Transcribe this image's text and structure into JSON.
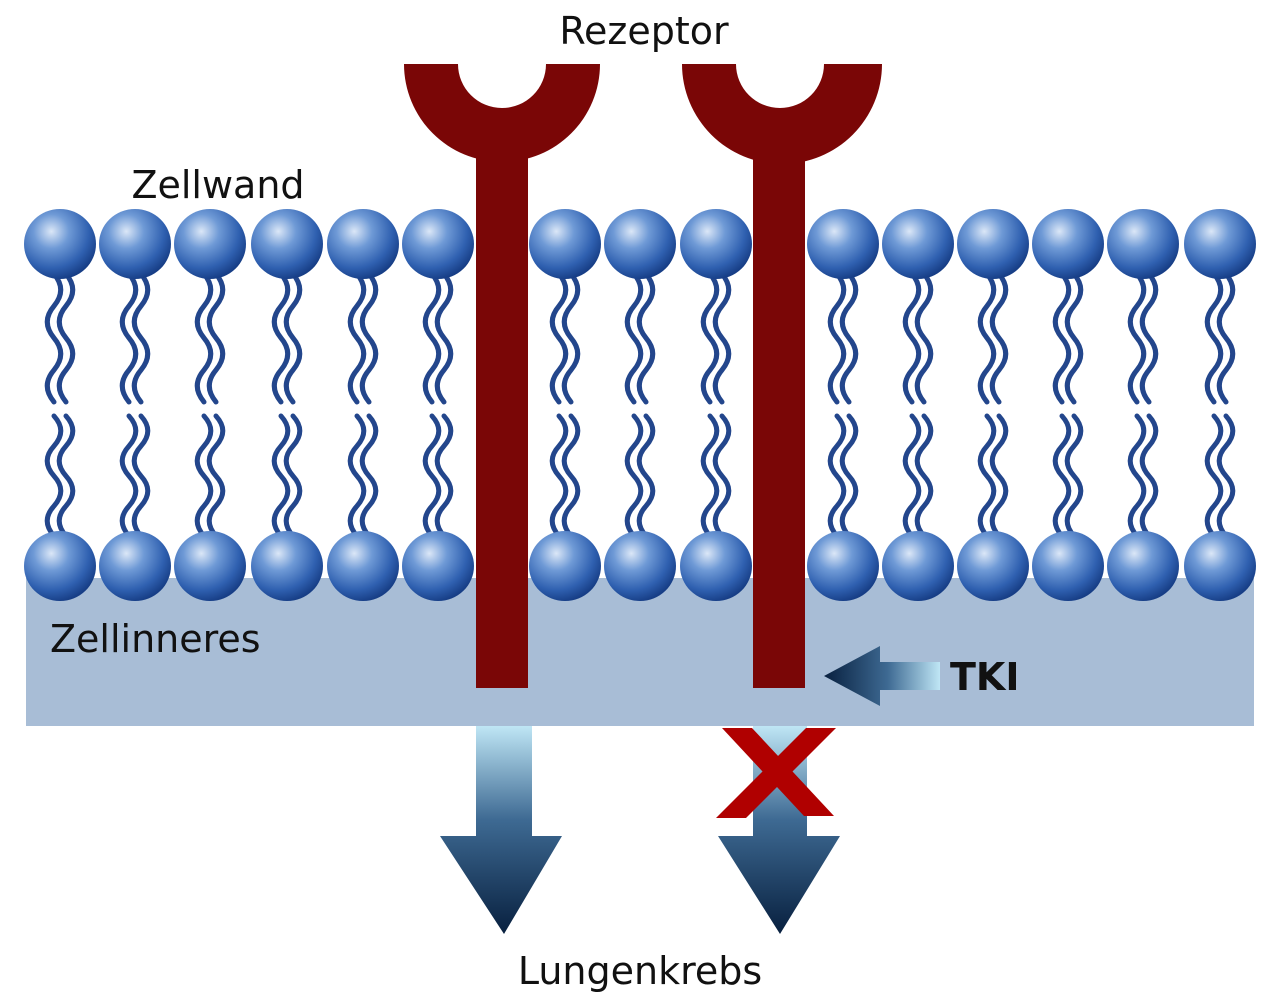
{
  "labels": {
    "receptor": "Rezeptor",
    "cell_wall": "Zellwand",
    "cell_interior": "Zellinneres",
    "inhibitor": "TKI",
    "outcome": "Lungenkrebs"
  },
  "colors": {
    "receptor": "#7a0606",
    "interior": "#a8bdd6",
    "head_light": "#dbe7f7",
    "head_mid": "#3f73c2",
    "head_dark": "#173e86",
    "tail": "#23468c",
    "arrow_top": "#bfe6f5",
    "arrow_bottom": "#08203f",
    "block_x": "#b00000"
  },
  "icons": {
    "block": "x-mark-icon",
    "inhibit_arrow": "left-arrow-icon",
    "signal_arrow": "down-arrow-icon"
  }
}
